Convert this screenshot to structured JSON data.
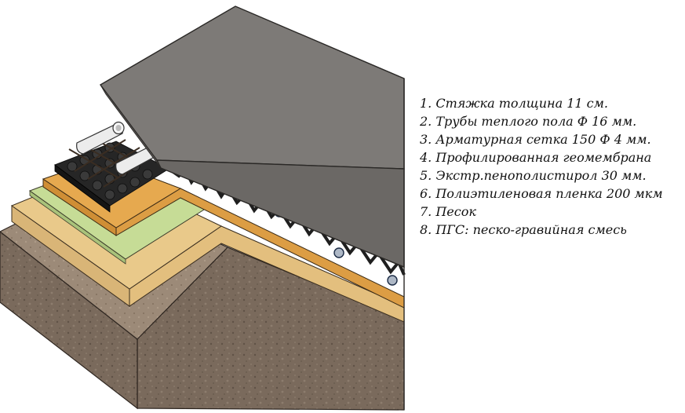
{
  "legend": {
    "items": [
      "1. Стяжка толщина 11 см.",
      "2. Трубы теплого пола Ф 16 мм.",
      "3. Арматурная сетка 150 Ф 4 мм.",
      "4. Профилированная геомембрана",
      "5. Экстр.пенополистирол  30 мм.",
      "6. Полиэтиленовая пленка 200 мкм",
      "7. Песок",
      "8. ПГС: песко-гравийная смесь"
    ]
  },
  "colors": {
    "screed": "#7d7a77",
    "screed_side": "#5e5b58",
    "pipe": "#e9e9e9",
    "mesh": "#3a2d22",
    "membrane": "#1f1f1f",
    "foam": "#e6a94f",
    "film": "#c6dc96",
    "sand": "#e9c98a",
    "soil": "#7a6a5c"
  }
}
